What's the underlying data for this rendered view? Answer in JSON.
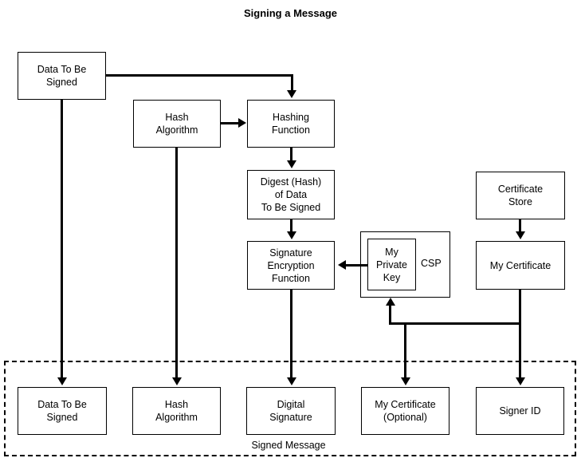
{
  "diagram": {
    "title": "Signing a Message",
    "type": "flowchart",
    "background_color": "#ffffff",
    "line_color": "#000000",
    "nodes": {
      "data_to_be_signed_top": "Data To Be\nSigned",
      "hash_algorithm_top": "Hash\nAlgorithm",
      "hashing_function": "Hashing\nFunction",
      "digest": "Digest (Hash)\nof Data\nTo Be Signed",
      "signature_encryption_function": "Signature\nEncryption\nFunction",
      "my_private_key": "My\nPrivate\nKey",
      "csp_label": "CSP",
      "certificate_store": "Certificate\nStore",
      "my_certificate": "My Certificate",
      "out_data_to_be_signed": "Data To Be\nSigned",
      "out_hash_algorithm": "Hash\nAlgorithm",
      "out_digital_signature": "Digital\nSignature",
      "out_my_certificate_optional": "My Certificate\n(Optional)",
      "out_signer_id": "Signer ID"
    },
    "groups": {
      "signed_message_caption": "Signed Message"
    }
  }
}
